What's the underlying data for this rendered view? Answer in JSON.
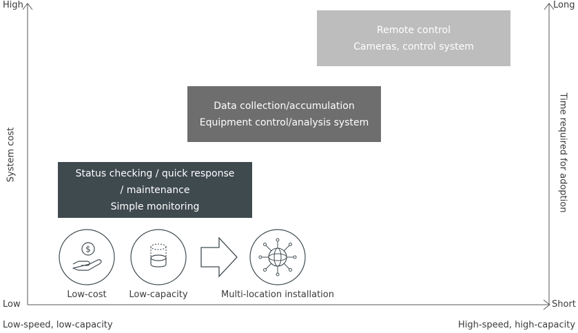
{
  "axes": {
    "y_left_top": "High",
    "y_left_bottom": "Low",
    "y_left_title": "System cost",
    "y_right_top": "Long",
    "y_right_bottom": "Short",
    "y_right_title": "Time required for adoption",
    "x_left": "Low-speed, low-capacity",
    "x_right": "High-speed, high-capacity"
  },
  "boxes": [
    {
      "lines": [
        "Remote control",
        "Cameras, control system"
      ],
      "color": "#bdbdbd"
    },
    {
      "lines": [
        "Data collection/accumulation",
        "Equipment control/analysis system"
      ],
      "color": "#6e6e6e"
    },
    {
      "lines": [
        "Status checking / quick response",
        "/ maintenance",
        "Simple monitoring"
      ],
      "color": "#3f4a4f"
    }
  ],
  "icons": [
    {
      "name": "dollar-hand-icon",
      "caption": "Low-cost"
    },
    {
      "name": "database-icon",
      "caption": "Low-capacity"
    },
    {
      "name": "network-globe-icon",
      "caption": "Multi-location installation"
    }
  ],
  "colors": {
    "axis": "#555555",
    "icon_stroke": "#3f4a4f"
  }
}
